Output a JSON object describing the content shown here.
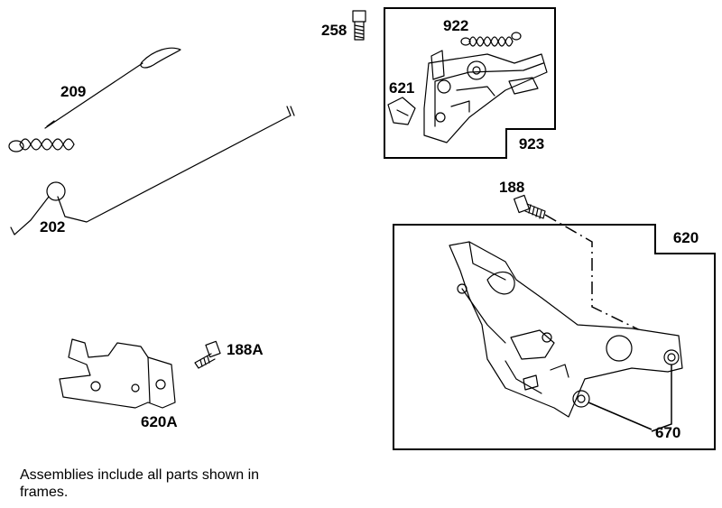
{
  "callouts": {
    "p258": "258",
    "p922": "922",
    "p621": "621",
    "p923": "923",
    "p209": "209",
    "p202": "202",
    "p188": "188",
    "p620": "620",
    "p670": "670",
    "p188a": "188A",
    "p620a": "620A"
  },
  "note": "Assemblies include all parts shown in frames."
}
